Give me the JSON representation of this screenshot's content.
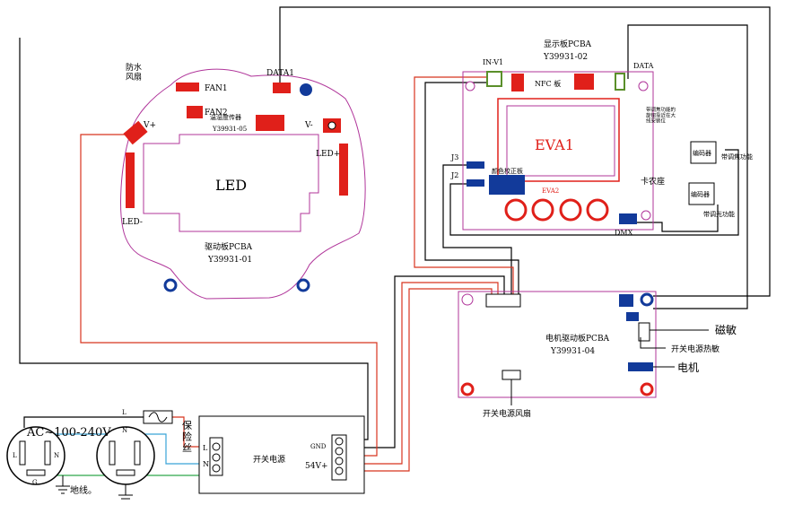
{
  "colors": {
    "board": "#b0359a",
    "wire_black": "#000000",
    "wire_red": "#d8341e",
    "wire_blue": "#39a3d8",
    "wire_green": "#2fa84a",
    "pad_red": "#e0201a",
    "pad_navy": "#123a9a",
    "conn_green": "#5a8f2a"
  },
  "driver_board": {
    "fan_label": "防水\n风扇",
    "fan1": "FAN1",
    "fan2": "FAN2",
    "data1": "DATA1",
    "sensor_label": "温湿度传器",
    "sensor_code": "Y39931-05",
    "v_plus": "V+",
    "v_minus": "V-",
    "led": "LED",
    "led_plus": "LED+",
    "led_minus": "LED-",
    "name": "驱动板PCBA",
    "code": "Y39931-01"
  },
  "display_board": {
    "title": "显示板PCBA",
    "code": "Y39931-02",
    "in_v1": "IN-V1",
    "nfc": "NFC 板",
    "data": "DATA",
    "eva1": "EVA1",
    "eva2": "EVA2",
    "color_board": "颜色校正板",
    "j3": "J3",
    "j2": "J2",
    "card": "卡农座",
    "dmx": "DMX",
    "note": "带调焦功能的\n旋钮靠近在大\n线安装位"
  },
  "encoders": {
    "enc1": "编码器",
    "enc1_func": "带调焦功能",
    "enc2": "编码器",
    "enc2_func": "带调光功能"
  },
  "motor_board": {
    "name": "电机驱动板PCBA",
    "code": "Y39931-04",
    "magnet": "磁敏",
    "thermal": "开关电源热敏",
    "motor": "电机",
    "psu_fan": "开关电源风扇"
  },
  "power": {
    "ac": "AC~100-240V",
    "fuse": "保\n险\n丝",
    "psu": "开关电源",
    "gnd": "GND",
    "v54": "54V+",
    "l_in": "L",
    "n_in": "N",
    "line_l": "L",
    "line_n": "N",
    "socket_l": "L",
    "socket_n": "N",
    "socket_g": "G",
    "ground": "地线。"
  }
}
